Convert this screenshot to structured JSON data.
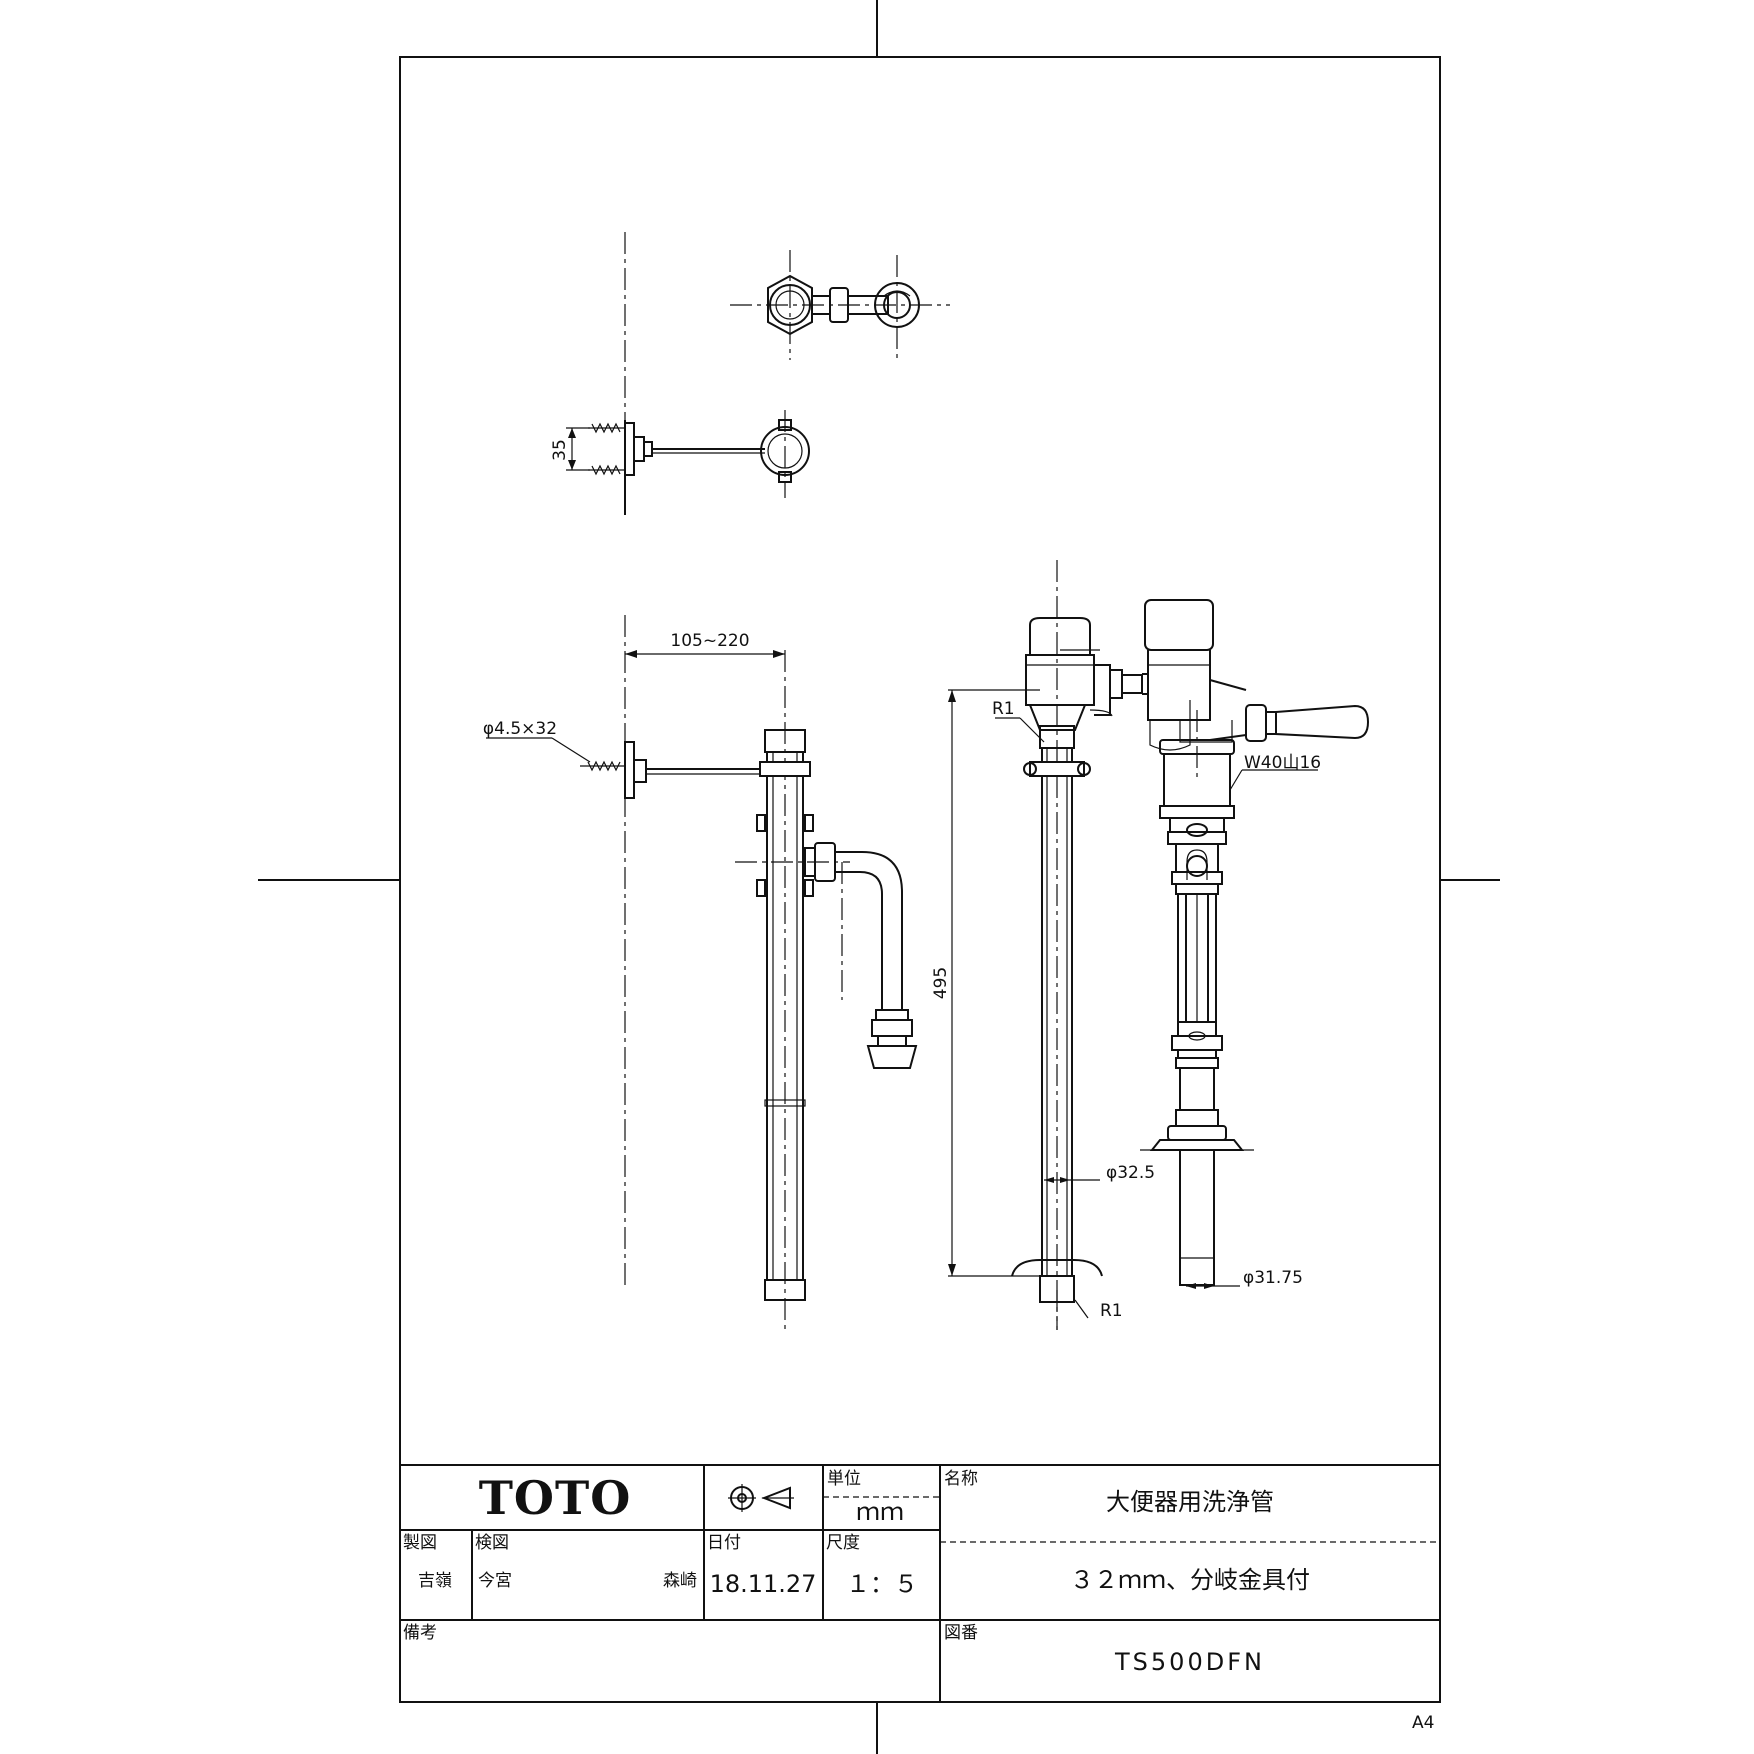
{
  "drawing": {
    "dimensions": {
      "bracket_spacing": "35",
      "reach_range": "105~220",
      "screw": "φ4.5×32",
      "radius_top": "R1",
      "radius_bottom": "R1",
      "thread": "W40山16",
      "height": "495",
      "pipe_diameter": "φ32.5",
      "branch_diameter": "φ31.75"
    }
  },
  "title_block": {
    "company_logo": "TOTO",
    "projection_symbol": "third-angle-projection-icon",
    "unit_label": "単位",
    "unit_value": "ｍｍ",
    "name_label": "名称",
    "product_name": "大便器用洗浄管",
    "product_spec": "３２ｍｍ、分岐金具付",
    "drawn_label": "製図",
    "drawn_by": "吉嶺",
    "checked_label": "検図",
    "checked_by_1": "今宮",
    "checked_by_2": "森崎",
    "date_label": "日付",
    "date_value": "18.11.27",
    "scale_label": "尺度",
    "scale_value": "１：５",
    "remarks_label": "備考",
    "drawing_number_label": "図番",
    "drawing_number": "TS500DFN",
    "paper_size": "A4"
  }
}
